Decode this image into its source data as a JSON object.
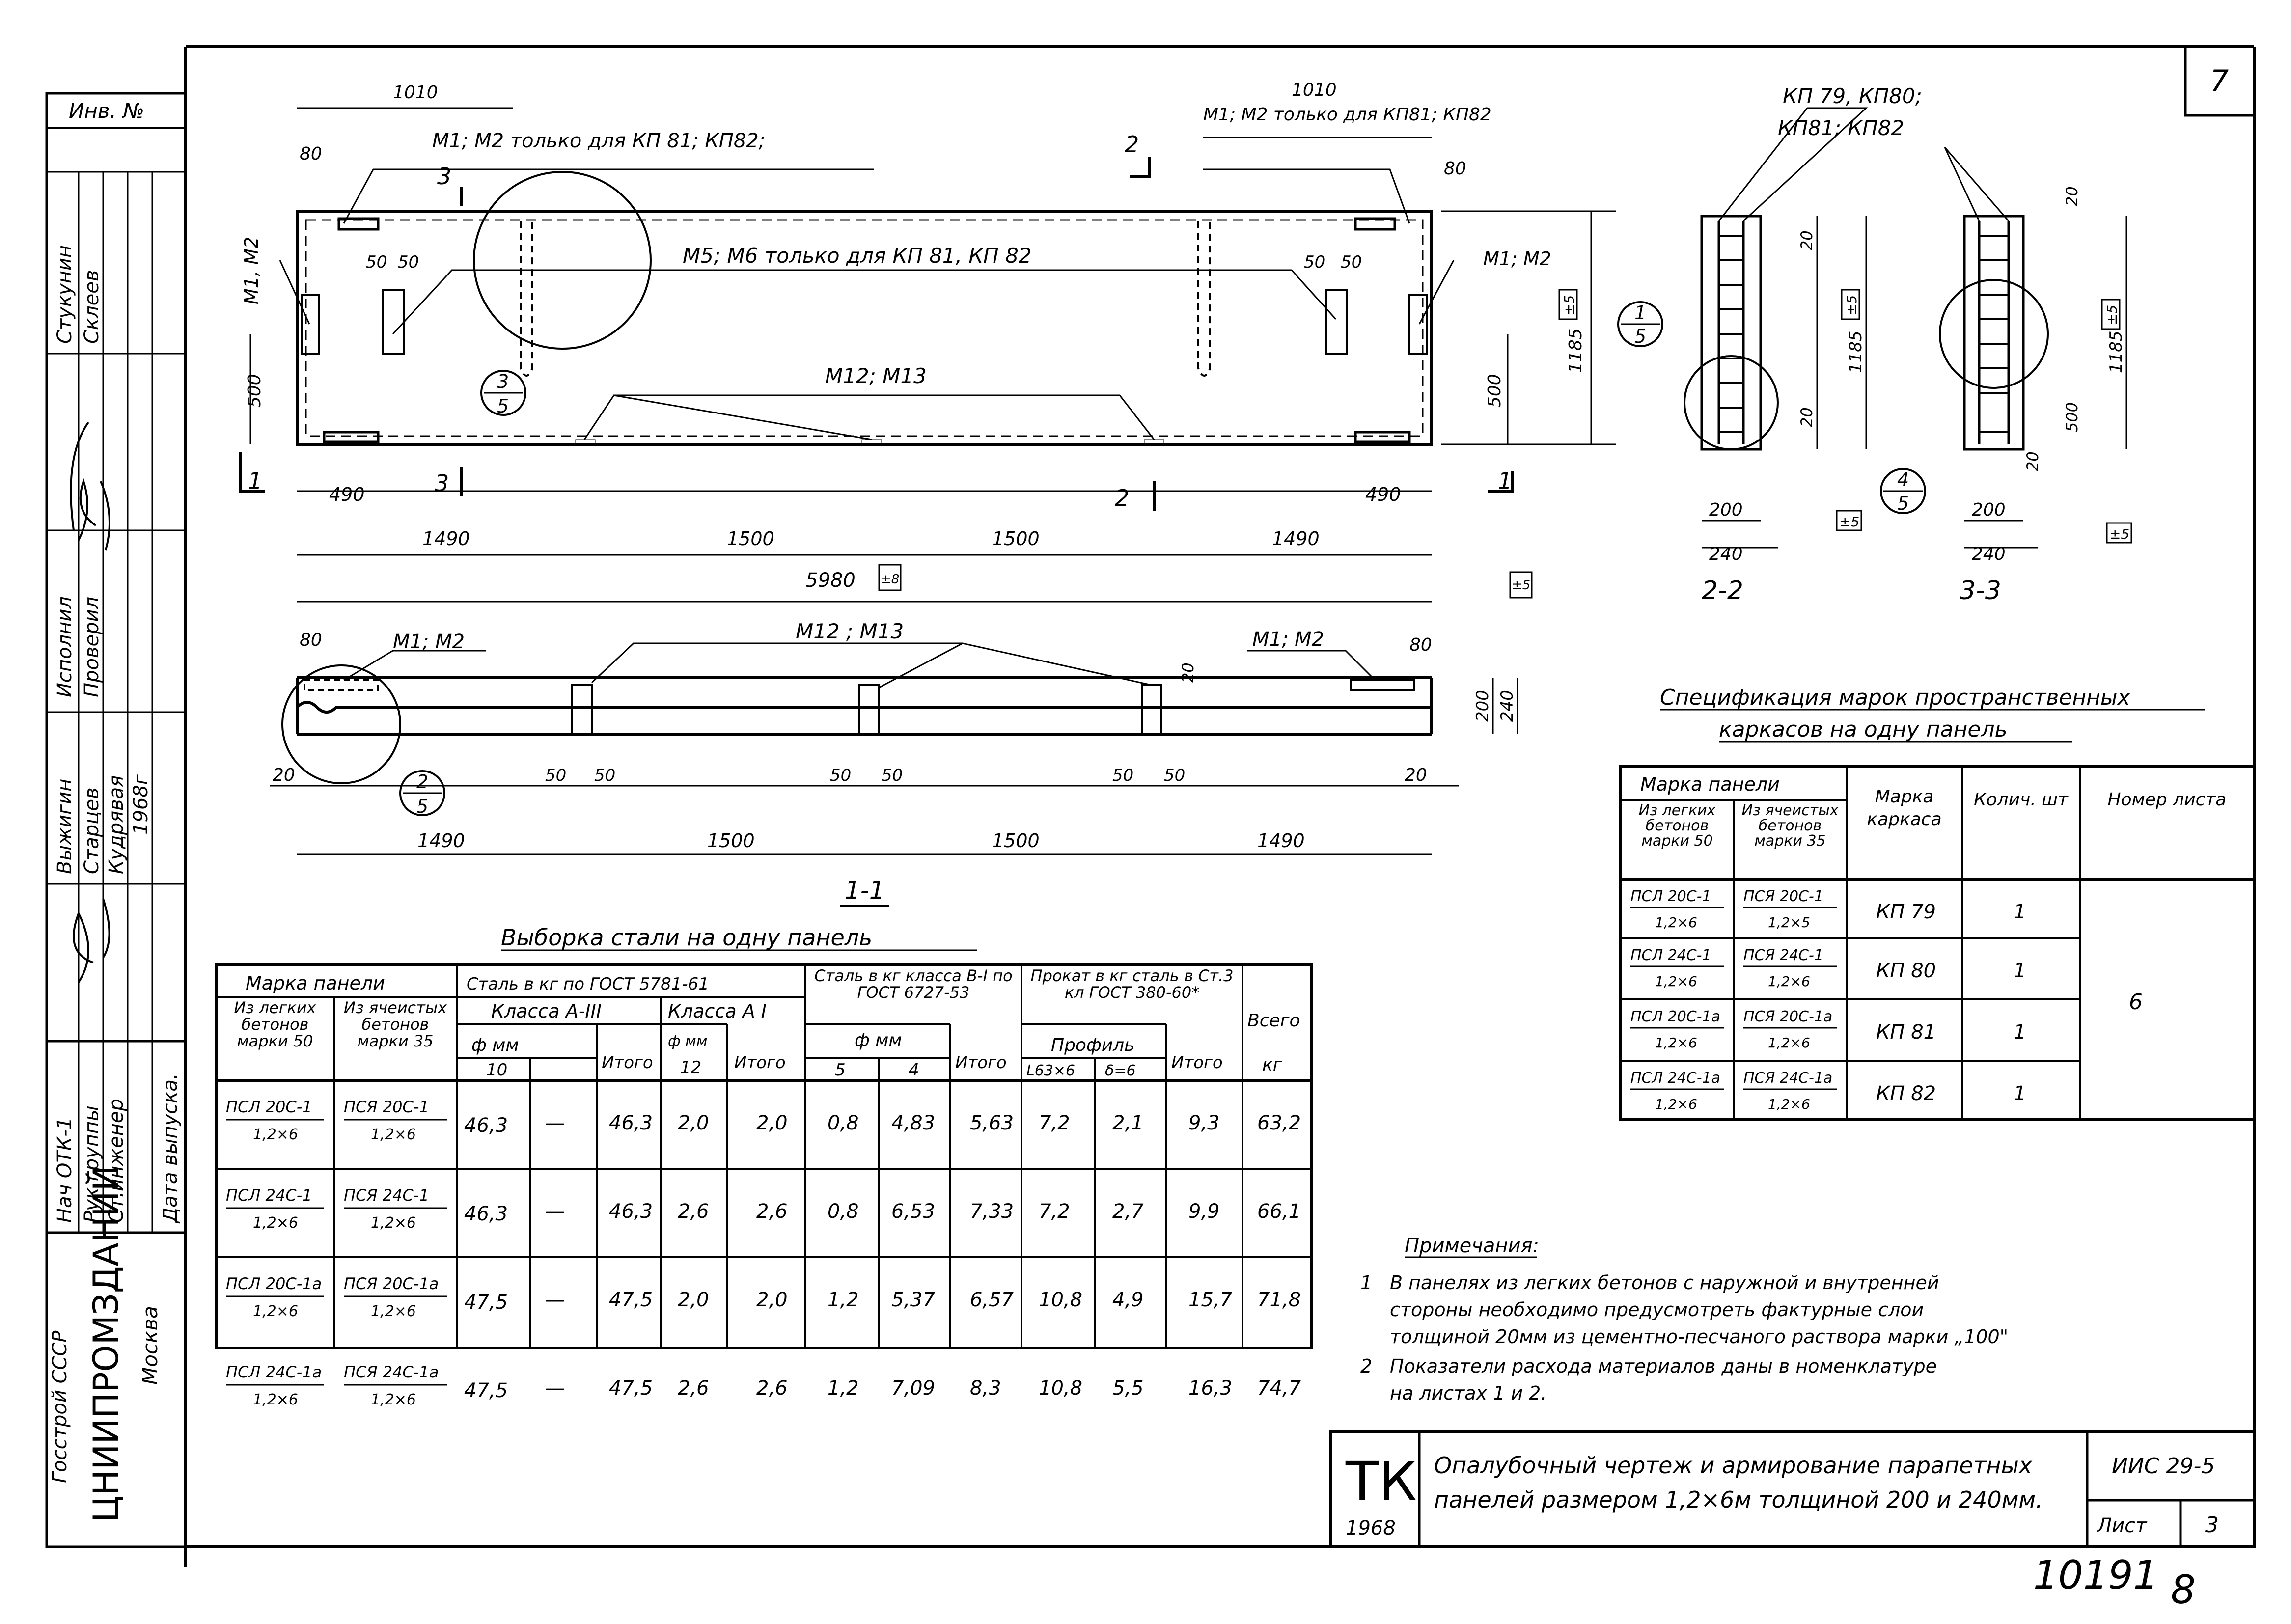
{
  "stamp_left": {
    "inv_label": "Инв. №",
    "roles": [
      "Нач ОТК-1",
      "Рук группы",
      "Ст.инженер",
      "Исполнил",
      "Проверил"
    ],
    "names": [
      "Стукунин",
      "Склеев",
      "Выжигин",
      "Старцев",
      "Кудрявая"
    ],
    "date_label": "Дата выпуска.",
    "year": "1968г",
    "org_country": "Госстрой СССР",
    "org_name": "ЦНИИПРОМЗДАНИЙ",
    "org_city": "Москва"
  },
  "page_corner": "7",
  "elevation": {
    "dims_top": [
      "1010",
      "1010",
      "80",
      "80",
      "50",
      "50",
      "50",
      "50"
    ],
    "notes": [
      "М1; М2 только для КП 81; КП82;",
      "М1; М2 только для КП81; КП82",
      "М5; М6 только для КП 81, КП 82",
      "М1, М2",
      "М1; М2",
      "М12; М13"
    ],
    "dims_bottom": [
      "490",
      "490",
      "1490",
      "1500",
      "1500",
      "1490",
      "5980"
    ],
    "dims_side": [
      "500",
      "500",
      "1185"
    ],
    "tolerance_5": "±5",
    "tolerance_8": "±8",
    "cut_1": "1",
    "cut_2": "2",
    "cut_3": "3",
    "callout_3_top": "3",
    "callout_3_bottom": "5"
  },
  "plan": {
    "label_left": "М1; М2",
    "label_mid": "М12 ; М13",
    "label_right": "М1; М2",
    "dims_top": [
      "80",
      "80",
      "20"
    ],
    "dims_mid": [
      "50",
      "50",
      "50",
      "50",
      "50",
      "50",
      "20",
      "20"
    ],
    "dims_bottom": [
      "1490",
      "1500",
      "1500",
      "1490"
    ],
    "thickness": [
      "200",
      "240"
    ],
    "callout_2_top": "2",
    "callout_2_bottom": "5",
    "section_label": "1-1"
  },
  "sections": {
    "header": "КП 79, КП80;",
    "header2": "КП81; КП82",
    "s22_label": "2-2",
    "s33_label": "3-3",
    "dims": [
      "20",
      "20",
      "20",
      "20",
      "1185",
      "1185",
      "200",
      "240",
      "200",
      "240",
      "500"
    ],
    "tol": "±5",
    "callout_1_top": "1",
    "callout_1_bottom": "5",
    "callout_4_top": "4",
    "callout_4_bottom": "5"
  },
  "steel_table": {
    "title": "Выборка стали на одну панель",
    "h_panel": "Марка панели",
    "h_light": "Из легких бетонов марки 50",
    "h_cell": "Из ячеистых бетонов марки 35",
    "h_steel_a": "Сталь в кг по ГОСТ 5781-61",
    "h_class_a3": "Класса А-III",
    "h_class_a1": "Класса А I",
    "h_phi": "ф мм",
    "h_phi2": "ф мм",
    "h_10": "10",
    "h_12": "12",
    "h_itogo": "Итого",
    "h_steel_b": "Сталь в кг класса В-I по ГОСТ 6727-53",
    "h_phi_b": "ф мм",
    "h_5": "5",
    "h_4": "4",
    "h_prokat": "Прокат в кг сталь в Ст.3 кл ГОСТ 380-60*",
    "h_profile": "Профиль",
    "h_l63": "L63×6",
    "h_d6": "δ=6",
    "h_total": "Всего",
    "h_kg": "кг",
    "rows": [
      {
        "light": "ПСЛ 20С-1",
        "light_sz": "1,2×6",
        "cell": "ПСЯ 20С-1",
        "cell_sz": "1,2×6",
        "a10": "46,3",
        "blank": "—",
        "a_it": "46,3",
        "a12": "2,0",
        "a12_it": "2,0",
        "b5": "0,8",
        "b4": "4,83",
        "b_it": "5,63",
        "p1": "7,2",
        "p2": "2,1",
        "p_it": "9,3",
        "total": "63,2"
      },
      {
        "light": "ПСЛ 24С-1",
        "light_sz": "1,2×6",
        "cell": "ПСЯ 24С-1",
        "cell_sz": "1,2×6",
        "a10": "46,3",
        "blank": "—",
        "a_it": "46,3",
        "a12": "2,6",
        "a12_it": "2,6",
        "b5": "0,8",
        "b4": "6,53",
        "b_it": "7,33",
        "p1": "7,2",
        "p2": "2,7",
        "p_it": "9,9",
        "total": "66,1"
      },
      {
        "light": "ПСЛ 20С-1а",
        "light_sz": "1,2×6",
        "cell": "ПСЯ 20С-1а",
        "cell_sz": "1,2×6",
        "a10": "47,5",
        "blank": "—",
        "a_it": "47,5",
        "a12": "2,0",
        "a12_it": "2,0",
        "b5": "1,2",
        "b4": "5,37",
        "b_it": "6,57",
        "p1": "10,8",
        "p2": "4,9",
        "p_it": "15,7",
        "total": "71,8"
      },
      {
        "light": "ПСЛ 24С-1а",
        "light_sz": "1,2×6",
        "cell": "ПСЯ 24С-1а",
        "cell_sz": "1,2×6",
        "a10": "47,5",
        "blank": "—",
        "a_it": "47,5",
        "a12": "2,6",
        "a12_it": "2,6",
        "b5": "1,2",
        "b4": "7,09",
        "b_it": "8,3",
        "p1": "10,8",
        "p2": "5,5",
        "p_it": "16,3",
        "total": "74,7"
      }
    ]
  },
  "spec_table": {
    "title": "Спецификация марок пространственных",
    "title2": "каркасов на одну панель",
    "h_panel": "Марка панели",
    "h_light": "Из легких бетонов марки 50",
    "h_cell": "Из ячеистых бетонов марки 35",
    "h_mark": "Марка каркаса",
    "h_qty": "Колич. шт",
    "h_sheet": "Номер листа",
    "sheet": "6",
    "rows": [
      {
        "light": "ПСЛ 20С-1",
        "light_sz": "1,2×6",
        "cell": "ПСЯ 20С-1",
        "cell_sz": "1,2×5",
        "mark": "КП 79",
        "qty": "1"
      },
      {
        "light": "ПСЛ 24С-1",
        "light_sz": "1,2×6",
        "cell": "ПСЯ 24С-1",
        "cell_sz": "1,2×6",
        "mark": "КП 80",
        "qty": "1"
      },
      {
        "light": "ПСЛ 20С-1а",
        "light_sz": "1,2×6",
        "cell": "ПСЯ 20С-1а",
        "cell_sz": "1,2×6",
        "mark": "КП 81",
        "qty": "1"
      },
      {
        "light": "ПСЛ 24С-1а",
        "light_sz": "1,2×6",
        "cell": "ПСЯ 24С-1а",
        "cell_sz": "1,2×6",
        "mark": "КП 82",
        "qty": "1"
      }
    ]
  },
  "notes": {
    "title": "Примечания:",
    "n1_num": "1",
    "n1_l1": "В панелях из легких бетонов с наружной и внутренней",
    "n1_l2": "стороны необходимо предусмотреть фактурные слои",
    "n1_l3": "толщиной 20мм из цементно-песчаного раствора марки „100\"",
    "n2_num": "2",
    "n2_l1": "Показатели расхода материалов даны в номенклатуре",
    "n2_l2": "на листах 1 и 2."
  },
  "title_block": {
    "tk": "ТК",
    "year": "1968",
    "title1": "Опалубочный чертеж и армирование парапетных",
    "title2": "панелей размером 1,2×6м толщиной 200 и 240мм.",
    "series": "ИИС 29-5",
    "sheet_label": "Лист",
    "sheet_no": "3"
  },
  "archive_number": "10191",
  "archive_suffix": "8"
}
